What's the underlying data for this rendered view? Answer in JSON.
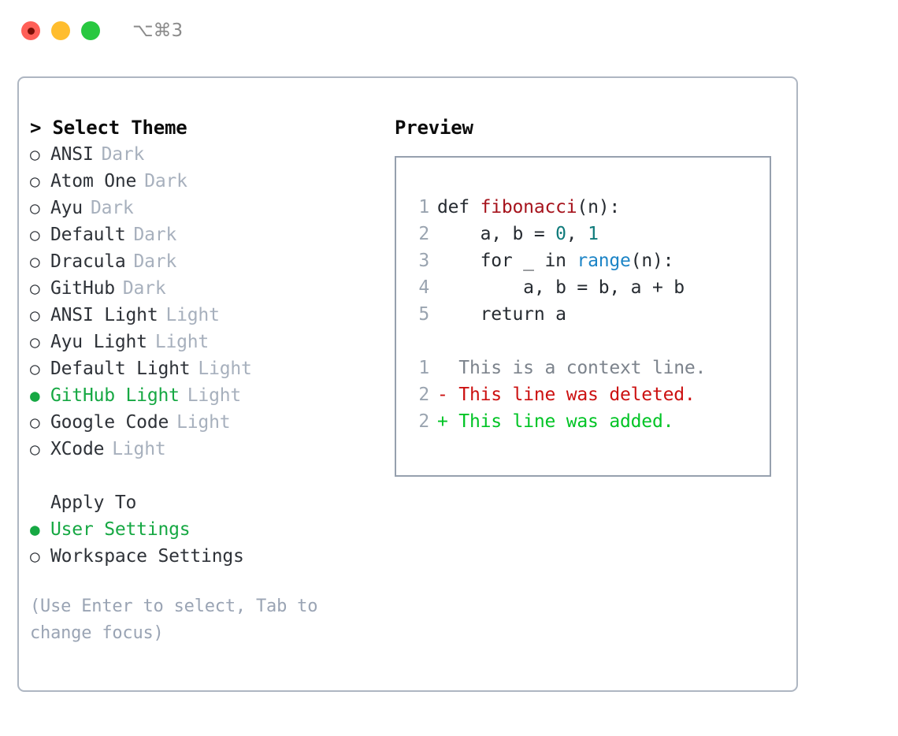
{
  "titlebar": {
    "shortcut": "⌥⌘3",
    "buttons": {
      "close": "close",
      "minimize": "minimize",
      "maximize": "maximize"
    }
  },
  "theme_list": {
    "header": "> Select Theme",
    "items": [
      {
        "marker": "○",
        "label": "ANSI",
        "tag": "Dark",
        "selected": false
      },
      {
        "marker": "○",
        "label": "Atom One",
        "tag": "Dark",
        "selected": false
      },
      {
        "marker": "○",
        "label": "Ayu",
        "tag": "Dark",
        "selected": false
      },
      {
        "marker": "○",
        "label": "Default",
        "tag": "Dark",
        "selected": false
      },
      {
        "marker": "○",
        "label": "Dracula",
        "tag": "Dark",
        "selected": false
      },
      {
        "marker": "○",
        "label": "GitHub",
        "tag": "Dark",
        "selected": false
      },
      {
        "marker": "○",
        "label": "ANSI Light",
        "tag": "Light",
        "selected": false
      },
      {
        "marker": "○",
        "label": "Ayu Light",
        "tag": "Light",
        "selected": false
      },
      {
        "marker": "○",
        "label": "Default Light",
        "tag": "Light",
        "selected": false
      },
      {
        "marker": "●",
        "label": "GitHub Light",
        "tag": "Light",
        "selected": true
      },
      {
        "marker": "○",
        "label": "Google Code",
        "tag": "Light",
        "selected": false
      },
      {
        "marker": "○",
        "label": "XCode",
        "tag": "Light",
        "selected": false
      }
    ]
  },
  "apply_to": {
    "title": "Apply To",
    "items": [
      {
        "marker": "●",
        "label": "User Settings",
        "selected": true
      },
      {
        "marker": "○",
        "label": "Workspace Settings",
        "selected": false
      }
    ]
  },
  "hint": "(Use Enter to select, Tab to change focus)",
  "preview": {
    "heading": "Preview",
    "code_lines": [
      {
        "num": "1",
        "segments": [
          {
            "text": "def ",
            "type": "plain"
          },
          {
            "text": "fibonacci",
            "type": "func"
          },
          {
            "text": "(n):",
            "type": "plain"
          }
        ]
      },
      {
        "num": "2",
        "segments": [
          {
            "text": "    a, b = ",
            "type": "plain"
          },
          {
            "text": "0",
            "type": "num"
          },
          {
            "text": ", ",
            "type": "plain"
          },
          {
            "text": "1",
            "type": "num"
          }
        ]
      },
      {
        "num": "3",
        "segments": [
          {
            "text": "    for _ in ",
            "type": "plain"
          },
          {
            "text": "range",
            "type": "builtin"
          },
          {
            "text": "(n):",
            "type": "plain"
          }
        ]
      },
      {
        "num": "4",
        "segments": [
          {
            "text": "        a, b = b, a + b",
            "type": "plain"
          }
        ]
      },
      {
        "num": "5",
        "segments": [
          {
            "text": "    return a",
            "type": "plain"
          }
        ]
      }
    ],
    "diff_lines": [
      {
        "num": "1",
        "text": "  This is a context line.",
        "kind": "context"
      },
      {
        "num": "2",
        "text": "- This line was deleted.",
        "kind": "del"
      },
      {
        "num": "2",
        "text": "+ This line was added.",
        "kind": "add"
      }
    ]
  },
  "colors": {
    "selected_green": "#16a843",
    "diff_added": "#00c425",
    "diff_deleted": "#cc1111",
    "tag_gray": "#a7b0bd",
    "panel_border": "#aeb6c2",
    "traffic_red": "#ff5f57",
    "traffic_yellow": "#ffbd2e",
    "traffic_green": "#28c840"
  }
}
